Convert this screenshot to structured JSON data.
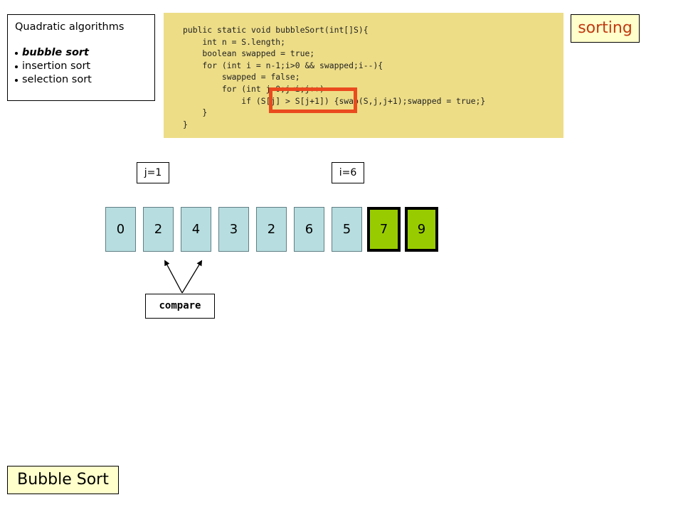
{
  "algorithms_box": {
    "title": "Quadratic algorithms",
    "items": [
      {
        "label": "bubble sort",
        "active": true
      },
      {
        "label": "insertion sort",
        "active": false
      },
      {
        "label": "selection sort",
        "active": false
      }
    ]
  },
  "code": {
    "lines": [
      "public static void bubbleSort(int[]S){",
      "    int n = S.length;",
      "    boolean swapped = true;",
      "    for (int i = n-1;i>0 && swapped;i--){",
      "        swapped = false;",
      "        for (int j=0;j<i;j++)",
      "            if (S[j] > S[j+1]) {swap(S,j,j+1);swapped = true;}",
      "    }",
      "}"
    ],
    "highlight_color": "#ea4a1e",
    "background": "#eddd87"
  },
  "tag": {
    "label": "sorting"
  },
  "pointers": {
    "j_label": "j=1",
    "i_label": "i=6"
  },
  "array": {
    "values": [
      "0",
      "2",
      "4",
      "3",
      "2",
      "6",
      "5",
      "7",
      "9"
    ],
    "sorted_from_index": 7,
    "cell_color": "#b7dde0",
    "sorted_color": "#99cc00"
  },
  "compare": {
    "label": "compare"
  },
  "slide_title": {
    "label": "Bubble Sort"
  }
}
